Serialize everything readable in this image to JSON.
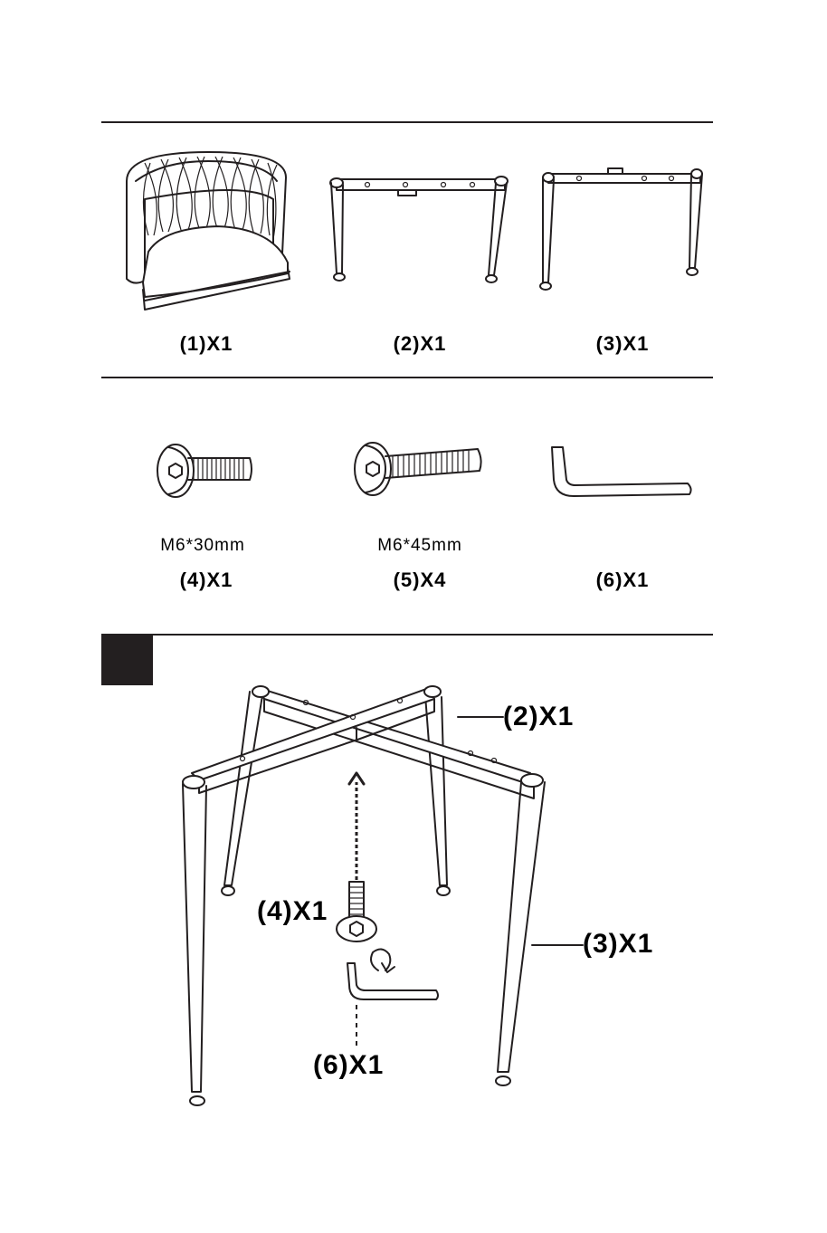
{
  "parts": [
    {
      "id": "1",
      "label": "(1)X1",
      "spec": "",
      "icon": "chair-seat-icon"
    },
    {
      "id": "2",
      "label": "(2)X1",
      "spec": "",
      "icon": "leg-frame-front-icon"
    },
    {
      "id": "3",
      "label": "(3)X1",
      "spec": "",
      "icon": "leg-frame-rear-icon"
    }
  ],
  "hardware": [
    {
      "id": "4",
      "label": "(4)X1",
      "spec": "M6*30mm",
      "icon": "bolt-short-icon"
    },
    {
      "id": "5",
      "label": "(5)X4",
      "spec": "M6*45mm",
      "icon": "bolt-long-icon"
    },
    {
      "id": "6",
      "label": "(6)X1",
      "spec": "",
      "icon": "allen-key-icon"
    }
  ],
  "step": {
    "number": "",
    "callouts": {
      "frame2": "(2)X1",
      "frame3": "(3)X1",
      "bolt4": "(4)X1",
      "key6": "(6)X1"
    }
  },
  "colors": {
    "ink": "#231f20",
    "paper": "#ffffff"
  }
}
